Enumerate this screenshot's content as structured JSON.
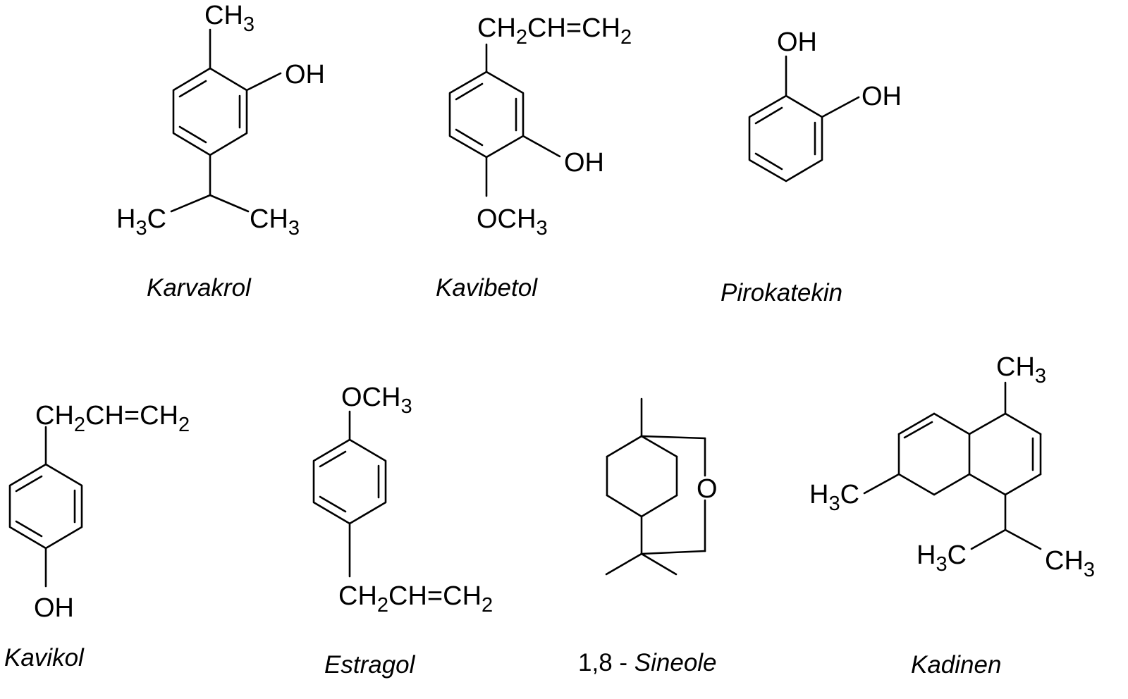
{
  "labels": {
    "CH": "CH",
    "H": "H",
    "C": "C",
    "O": "O",
    "OH": "OH",
    "OCH": "OCH",
    "eq": "=",
    "three": "3",
    "two": "2"
  },
  "molecules": [
    {
      "id": "karvakrol",
      "name": "Karvakrol"
    },
    {
      "id": "kavibetol",
      "name": "Kavibetol"
    },
    {
      "id": "pirokatekin",
      "name": "Pirokatekin"
    },
    {
      "id": "kavikol",
      "name": "Kavikol"
    },
    {
      "id": "estragol",
      "name": "Estragol"
    },
    {
      "id": "sineole",
      "name_prefix": "1,8 - ",
      "name": "Sineole"
    },
    {
      "id": "kadinen",
      "name": "Kadinen"
    }
  ]
}
